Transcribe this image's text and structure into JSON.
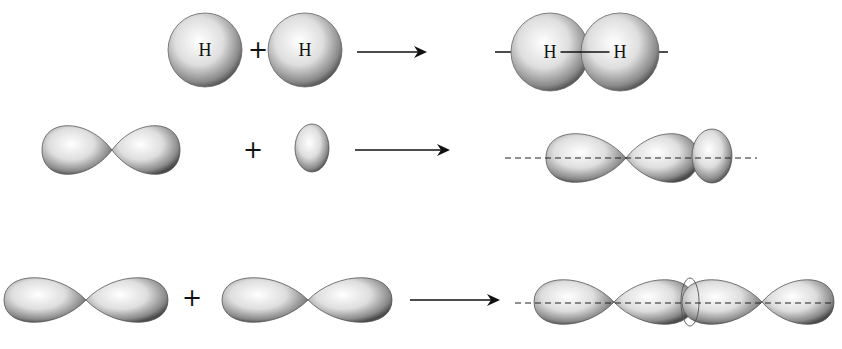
{
  "diagram": {
    "nodes": [
      {
        "text": [
          "H"
        ]
      },
      {
        "text": [
          "H"
        ]
      },
      {
        "text": [
          "H"
        ]
      },
      {
        "text": [
          "H"
        ]
      }
    ],
    "edges": [
      {
        "from": 2,
        "to": 3,
        "arrow": "none"
      }
    ],
    "labels": [
      "+",
      "+",
      "+"
    ]
  }
}
